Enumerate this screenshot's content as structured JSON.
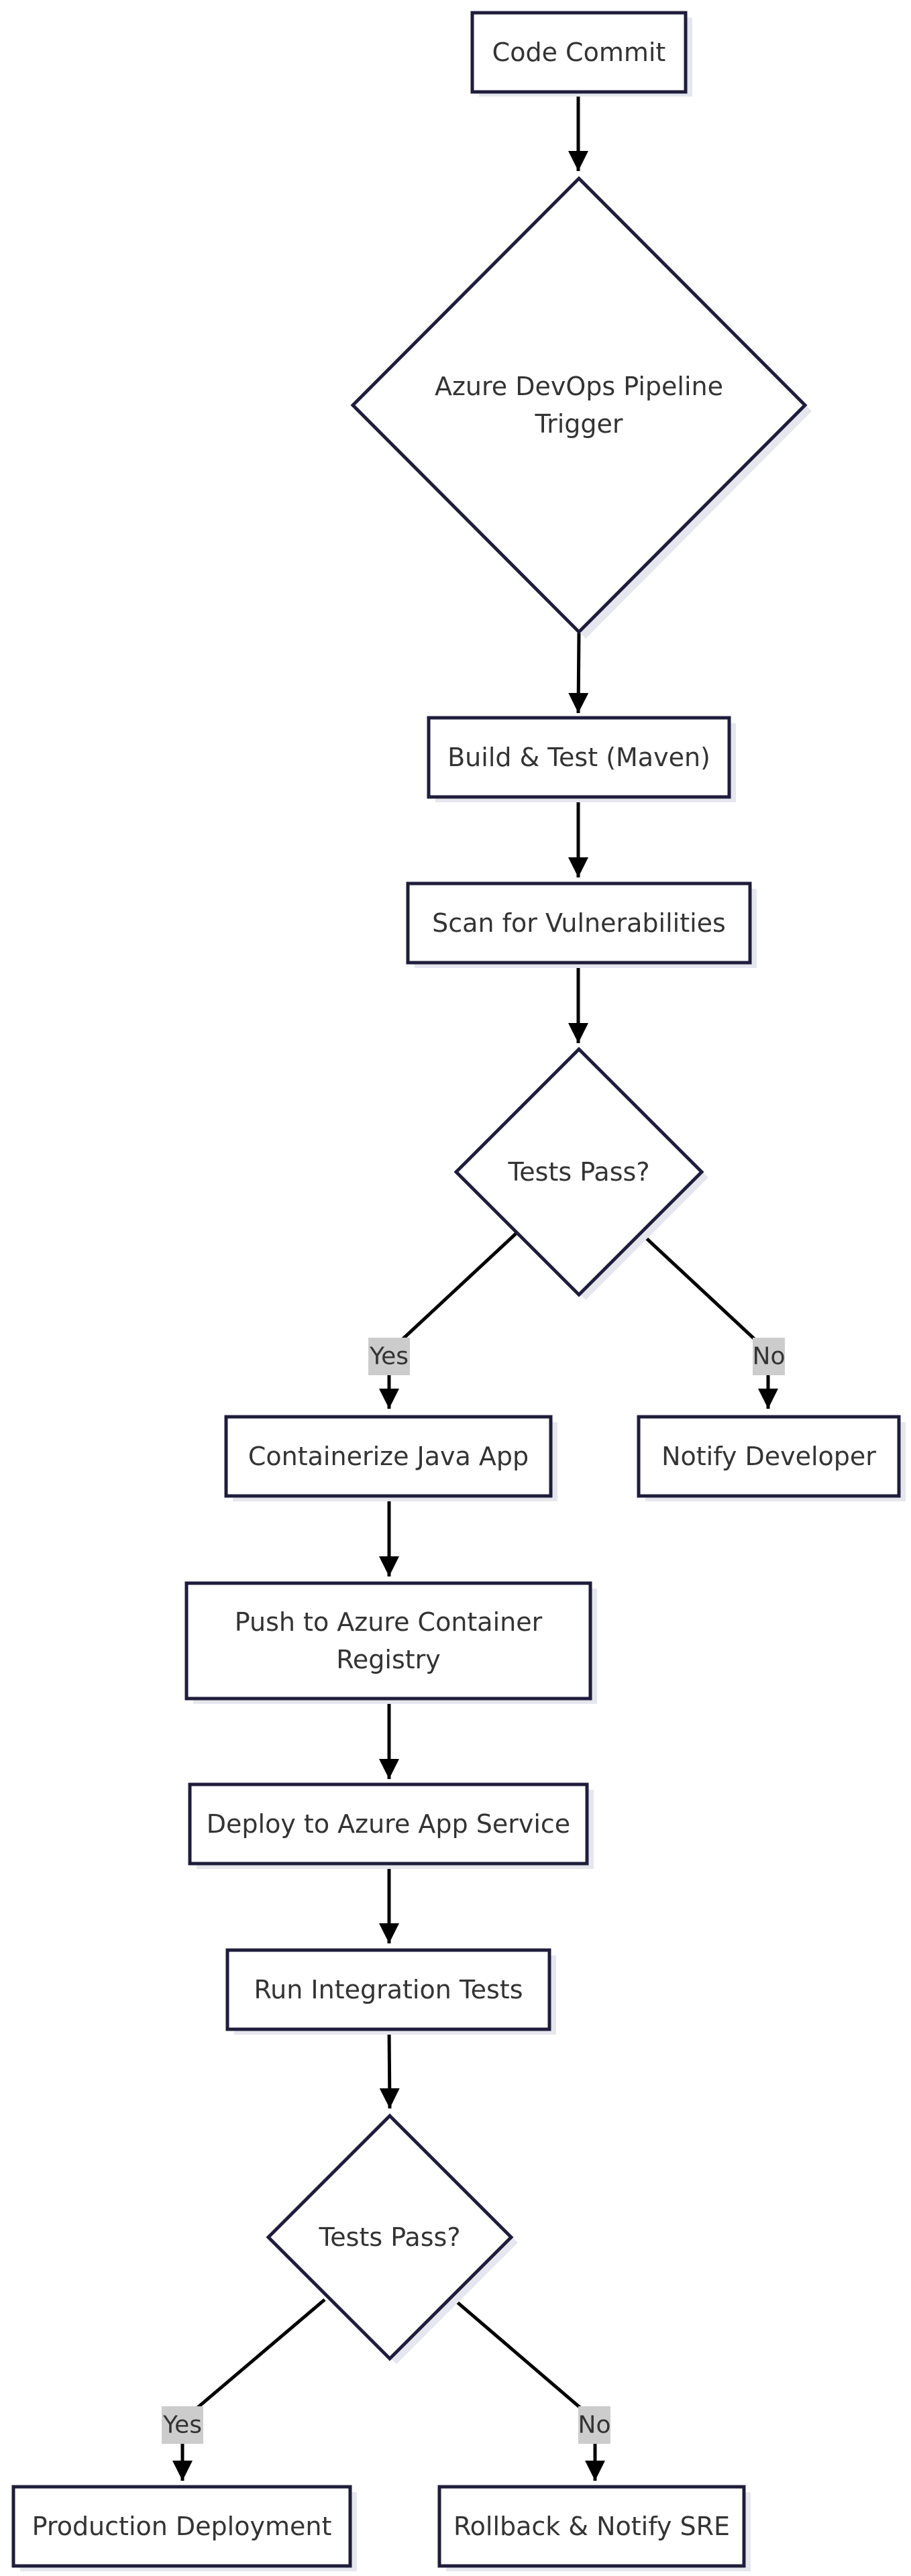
{
  "colors": {
    "node_stroke": "#1f1d3b",
    "node_fill": "#ffffff",
    "shadow": "#e6e6ee",
    "edge": "#000000",
    "edge_label_bg": "#cccccc",
    "text": "#333333"
  },
  "nodes": {
    "code_commit": {
      "label": "Code Commit"
    },
    "pipeline_trigger": {
      "line1": "Azure DevOps Pipeline",
      "line2": "Trigger"
    },
    "build_test": {
      "label": "Build & Test (Maven)"
    },
    "scan_vulnerabilities": {
      "label": "Scan for Vulnerabilities"
    },
    "tests_pass_1": {
      "label": "Tests Pass?"
    },
    "containerize": {
      "label": "Containerize Java App"
    },
    "notify_developer": {
      "label": "Notify Developer"
    },
    "push_registry": {
      "line1": "Push to Azure Container",
      "line2": "Registry"
    },
    "deploy_app_service": {
      "label": "Deploy to Azure App Service"
    },
    "integration_tests": {
      "label": "Run Integration Tests"
    },
    "tests_pass_2": {
      "label": "Tests Pass?"
    },
    "production_deployment": {
      "label": "Production Deployment"
    },
    "rollback": {
      "label": "Rollback & Notify SRE"
    }
  },
  "edges": {
    "yes_1": "Yes",
    "no_1": "No",
    "yes_2": "Yes",
    "no_2": "No"
  }
}
